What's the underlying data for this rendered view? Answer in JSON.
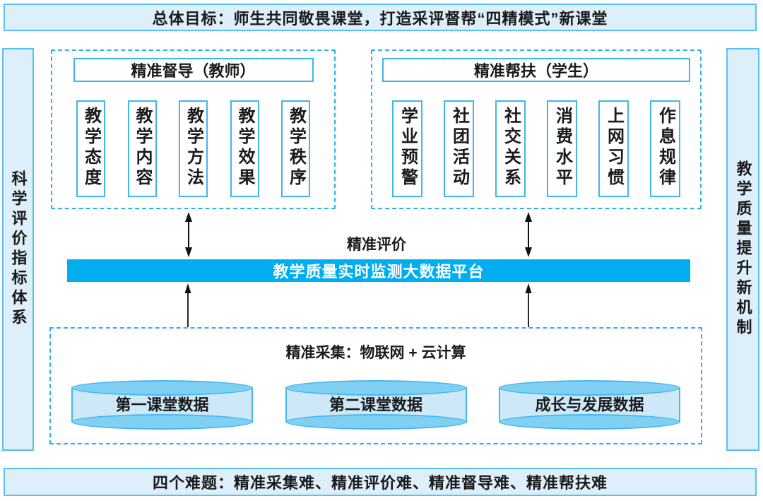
{
  "title_banner": "总体目标：师生共同敬畏课堂，打造采评督帮“四精模式”新课堂",
  "left_banner": "科学评价指标体系",
  "right_banner": "教学质量提升新机制",
  "bottom_banner": "四个难题：精准采集难、精准评价难、精准督导难、精准帮扶难",
  "supervision_group": {
    "header": "精准督导（教师）",
    "items": [
      "教学态度",
      "教学内容",
      "教学方法",
      "教学效果",
      "教学秩序"
    ]
  },
  "assistance_group": {
    "header": "精准帮扶（学生）",
    "items": [
      "学业预警",
      "社团活动",
      "社交关系",
      "消费水平",
      "上网习惯",
      "作息规律"
    ]
  },
  "evaluation_label": "精准评价",
  "platform_bar": "教学质量实时监测大数据平台",
  "collection_box": {
    "header": "精准采集：物联网 + 云计算",
    "cylinders": [
      "第一课堂数据",
      "第二课堂数据",
      "成长与发展数据"
    ]
  },
  "icons": {
    "between_groups_and_platform": "double-arrow-icon",
    "collection_to_platform": "up-arrow-icon"
  },
  "colors": {
    "accent_cyan": "#00aeef",
    "banner_fill": "#ddeffa",
    "banner_border": "#5ac1ee",
    "box_border": "#3fb6ec",
    "dashed_border": "#2ab4e9",
    "cylinder_body": "#cde9f8",
    "cylinder_ellipse": "#7fd0f3",
    "arrow_color": "#111111",
    "platform_text": "#ffffff"
  }
}
